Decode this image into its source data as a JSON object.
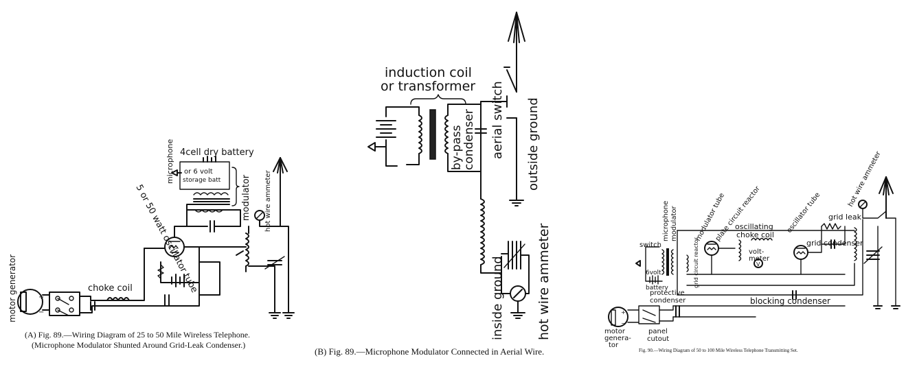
{
  "figures": [
    {
      "id": "A",
      "caption_line1": "(A) Fig. 89.—Wiring Diagram of 25 to 50 Mile Wireless Telephone.",
      "caption_line2": "(Microphone Modulator Shunted Around Grid-Leak Condenser.)",
      "labels": {
        "battery_title": "4cell dry battery",
        "battery_sub1": "or 6 volt",
        "battery_sub2": "storage batt",
        "microphone": "microphone",
        "modulator": "modulator",
        "tube": "5 or 50 watt oscillator tube",
        "hot_wire_ammeter": "hot wire ammeter",
        "choke_coil": "choke coil",
        "motor_generator": "motor generator"
      }
    },
    {
      "id": "B",
      "caption": "(B) Fig. 89.—Microphone Modulator Connected in Aerial Wire.",
      "labels": {
        "induction_coil": "induction coil",
        "or_transformer": "or transformer",
        "bypass": "by-pass",
        "condenser": "condenser",
        "aerial_switch": "aerial switch",
        "outside_ground": "outside ground",
        "inside_ground": "inside ground",
        "hot_wire_ammeter": "hot wire ammeter"
      }
    },
    {
      "id": "90",
      "caption": "Fig. 90.—Wiring Diagram of 50 to 100 Mile Wireless Telephone Transmitting Set.",
      "labels": {
        "switch": "switch",
        "microphone": "microphone",
        "modulator": "modulator",
        "modulator_tube": "modulator tube",
        "plate_circuit_reactor": "plate circuit reactor",
        "oscillating": "oscillating",
        "choke_coil": "choke coil",
        "oscillator_tube": "oscillator tube",
        "grid_leak": "grid leak",
        "hot_wire_ammeter": "hot wire ammeter",
        "grid_condenser": "grid condenser",
        "volt": "volt-",
        "meter": "meter",
        "battery_6volt": "6volt",
        "battery": "battery",
        "grid_circuit_reactor": "grid circuit reactor",
        "protective": "protective",
        "protective_condenser": "condenser",
        "blocking_condenser": "blocking condenser",
        "panel": "panel",
        "cutout": "cutout",
        "motor": "motor",
        "generator": "genera-",
        "tor": "tor"
      }
    }
  ]
}
